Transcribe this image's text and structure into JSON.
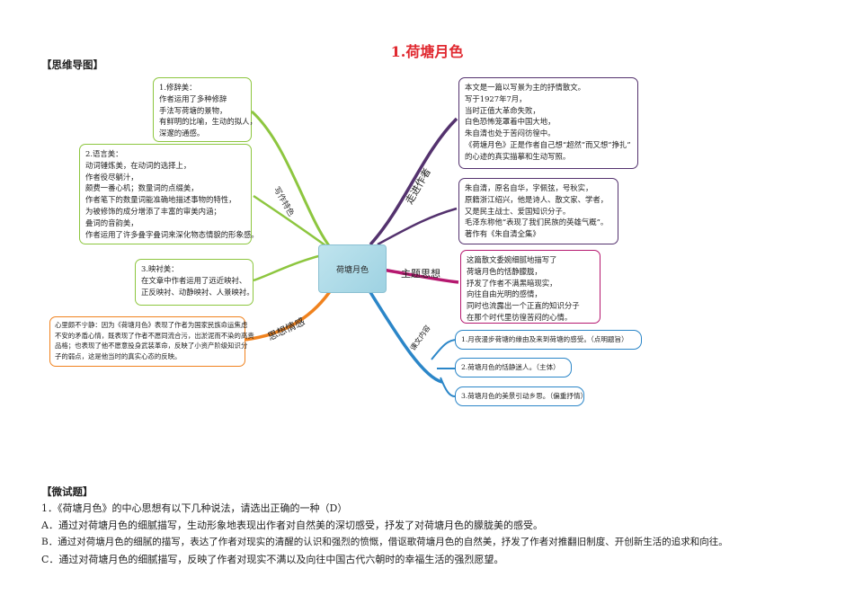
{
  "title": "1.荷塘月色",
  "mindmap_heading": "【思维导图】",
  "center_label": "荷塘月色",
  "branches": {
    "writing": "写作特色",
    "author": "走进作者",
    "theme": "主题思想",
    "structure": "课文内容",
    "emotion": "思想情感"
  },
  "writing_boxes": [
    [
      "1.修辞美：",
      "作者运用了多种修辞",
      "手法写荷塘的景物，",
      "有鲜明的比喻，生动的拟人，",
      "深邃的通感。"
    ],
    [
      "2.语言美：",
      "动词锤炼美，在动词的选择上，",
      "作者役尽躺汁，",
      "颇费一番心机；数量词的点缀美，",
      "作者笔下的数量词能准确地描述事物的特性，",
      "为被修饰的成分增添了丰富的审美内涵；",
      "叠词的音韵美，",
      "作者运用了许多叠字叠词来深化物态情貌的形象感。"
    ],
    [
      "3.映衬美：",
      "在文章中作者运用了远近映衬、",
      "正反映衬、动静映衬、人景映衬。"
    ]
  ],
  "author_boxes": [
    [
      "本文是一篇以写景为主的抒情散文。",
      "写于1927年7月，",
      "当时正值大革命失败，",
      "白色恐怖笼罩着中国大地，",
      "朱自清也处于苦闷彷徨中。",
      "《荷塘月色》正是作者自己想“超然”而又想“挣扎”",
      "的心迹的真实描摹和生动写照。"
    ],
    [
      "朱自清，原名自华，字佩弦，号秋实，",
      "原籍浙江绍兴，他是诗人、散文家、学者，",
      "又是民主战士、爱国知识分子。",
      "毛泽东称他“表现了我们民族的英雄气概”。",
      "著作有《朱自清全集》"
    ]
  ],
  "theme_box": [
    "这篇散文委婉细腻地描写了",
    "荷塘月色的恬静朦胧，",
    "抒发了作者不满黑暗现实，",
    "向往自由光明的感情，",
    "同时也流露出一个正直的知识分子",
    "在那个时代里彷徨苦闷的心情。"
  ],
  "emotion_box": [
    "心里颇不宁静：因为《荷塘月色》表现了作者为国家民族命运焦虑",
    "不安的矛盾心情，既表现了作者不愿同流合污，出淤泥而不染的高贵",
    "品格；也表现了他不愿意投身武装革命，反映了小资产阶级知识分",
    "子的弱点，这是他当时的真实心态的反映。"
  ],
  "structure_items": [
    "1.月夜漫步荷塘的缘由及来到荷塘的感受。（点明题旨）",
    "2.荷塘月色的恬静迷人。（主体）",
    "3.荷塘月色的美景引动乡思。（偏重抒情）"
  ],
  "exercise": {
    "heading": "【微试题】",
    "question": "1．《荷塘月色》的中心思想有以下几种说法，请选出正确的一种（D）",
    "options": [
      "A．通过对荷塘月色的细腻描写，生动形象地表现出作者对自然美的深切感受，抒发了对荷塘月色的朦胧美的感受。",
      "B．通过对荷塘月色的细腻的描写，表达了作者对现实的清醒的认识和强烈的愤慨，借讴歌荷塘月色的自然美，抒发了作者对推翻旧制度、开创新生活的追求和向往。",
      "C．通过对荷塘月色的细腻描写，反映了作者对现实不满以及向往中国古代六朝时的幸福生活的强烈愿望。"
    ]
  },
  "colors": {
    "title": "#e0282f",
    "writing_branch": "#8dc63f",
    "author_branch": "#54326e",
    "theme_branch": "#b5186f",
    "structure_branch": "#2b86c8",
    "emotion_branch": "#f0821e"
  }
}
